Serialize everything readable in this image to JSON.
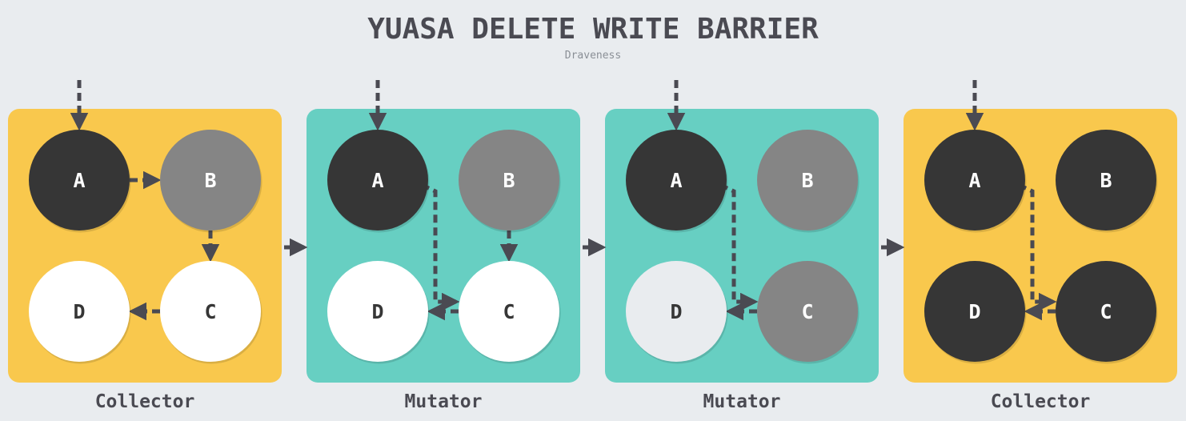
{
  "title": "YUASA DELETE WRITE BARRIER",
  "subtitle": "Draveness",
  "colors": {
    "background": "#e9ecef",
    "collector_panel": "#f9c84d",
    "mutator_panel": "#67cfc2",
    "black_node": "#363636",
    "grey_node": "#858585",
    "white_node": "#ffffff",
    "light_node": "#e9ecef",
    "arrow": "#4a4a52",
    "title_text": "#4a4a52",
    "subtitle_text": "#8a8f96"
  },
  "panels": [
    {
      "label": "Collector",
      "role": "collector",
      "nodes": [
        {
          "id": "A",
          "label": "A",
          "color": "black"
        },
        {
          "id": "B",
          "label": "B",
          "color": "grey"
        },
        {
          "id": "C",
          "label": "C",
          "color": "white"
        },
        {
          "id": "D",
          "label": "D",
          "color": "white"
        }
      ],
      "edges": [
        {
          "from": "root",
          "to": "A"
        },
        {
          "from": "A",
          "to": "B"
        },
        {
          "from": "B",
          "to": "C"
        },
        {
          "from": "C",
          "to": "D"
        }
      ]
    },
    {
      "label": "Mutator",
      "role": "mutator",
      "nodes": [
        {
          "id": "A",
          "label": "A",
          "color": "black"
        },
        {
          "id": "B",
          "label": "B",
          "color": "grey"
        },
        {
          "id": "C",
          "label": "C",
          "color": "white"
        },
        {
          "id": "D",
          "label": "D",
          "color": "white"
        }
      ],
      "edges": [
        {
          "from": "root",
          "to": "A"
        },
        {
          "from": "A",
          "to": "C"
        },
        {
          "from": "B",
          "to": "C"
        },
        {
          "from": "C",
          "to": "D"
        }
      ]
    },
    {
      "label": "Mutator",
      "role": "mutator",
      "nodes": [
        {
          "id": "A",
          "label": "A",
          "color": "black"
        },
        {
          "id": "B",
          "label": "B",
          "color": "grey"
        },
        {
          "id": "C",
          "label": "C",
          "color": "grey"
        },
        {
          "id": "D",
          "label": "D",
          "color": "light"
        }
      ],
      "edges": [
        {
          "from": "root",
          "to": "A"
        },
        {
          "from": "A",
          "to": "C"
        },
        {
          "from": "C",
          "to": "D"
        }
      ]
    },
    {
      "label": "Collector",
      "role": "collector",
      "nodes": [
        {
          "id": "A",
          "label": "A",
          "color": "black"
        },
        {
          "id": "B",
          "label": "B",
          "color": "black"
        },
        {
          "id": "C",
          "label": "C",
          "color": "black"
        },
        {
          "id": "D",
          "label": "D",
          "color": "black"
        }
      ],
      "edges": [
        {
          "from": "root",
          "to": "A"
        },
        {
          "from": "A",
          "to": "C"
        },
        {
          "from": "C",
          "to": "D"
        }
      ]
    }
  ],
  "transitions": 3
}
